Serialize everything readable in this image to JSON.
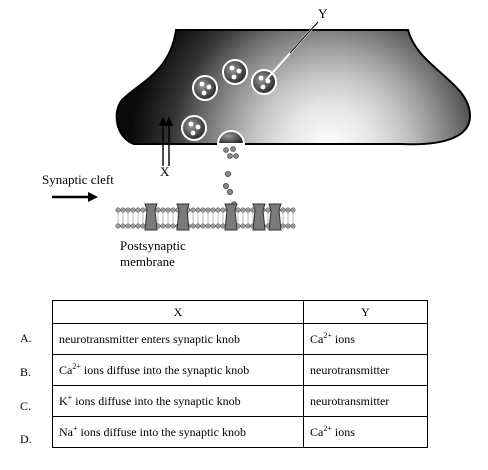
{
  "labels": {
    "y": "Y",
    "x": "X",
    "synaptic_cleft": "Synaptic cleft",
    "postsynaptic_line1": "Postsynaptic",
    "postsynaptic_line2": "membrane"
  },
  "table": {
    "header_x": "X",
    "header_y": "Y",
    "rows": [
      {
        "letter": "A.",
        "x_pre": "neurotransmitter enters synaptic knob",
        "x_ion": "",
        "x_sup": "",
        "x_post": "",
        "y_pre": "Ca",
        "y_sup": "2+",
        "y_post": " ions"
      },
      {
        "letter": "B.",
        "x_pre": "",
        "x_ion": "Ca",
        "x_sup": "2+",
        "x_post": " ions diffuse into the synaptic knob",
        "y_pre": "neurotransmitter",
        "y_sup": "",
        "y_post": ""
      },
      {
        "letter": "C.",
        "x_pre": "",
        "x_ion": "K",
        "x_sup": "+",
        "x_post": " ions diffuse into the synaptic knob",
        "y_pre": "neurotransmitter",
        "y_sup": "",
        "y_post": ""
      },
      {
        "letter": "D.",
        "x_pre": "",
        "x_ion": "Na",
        "x_sup": "+",
        "x_post": " ions diffuse into the synaptic knob",
        "y_pre": "Ca",
        "y_sup": "2+",
        "y_post": " ions"
      }
    ]
  }
}
